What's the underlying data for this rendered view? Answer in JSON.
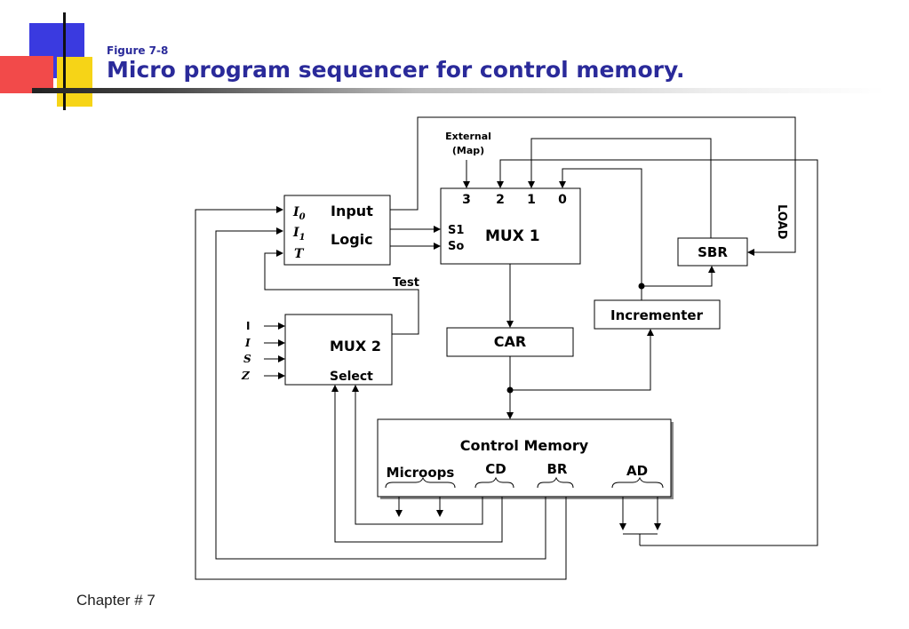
{
  "slide": {
    "label": "Figure 7-8",
    "title": "Micro program sequencer for control memory.",
    "footer": "Chapter # 7"
  },
  "diagram": {
    "external_map": [
      "External",
      "(Map)"
    ],
    "input_logic": {
      "title_line1": "Input",
      "title_line2": "Logic",
      "inputs": {
        "i0": "I",
        "i0_sub": "0",
        "i1": "I",
        "i1_sub": "1",
        "t": "T"
      }
    },
    "mux1": {
      "label": "MUX 1",
      "inputs": [
        "3",
        "2",
        "1",
        "0"
      ],
      "s1": "S1",
      "s0": "So"
    },
    "load_label": "LOAD",
    "sbr_label": "SBR",
    "incrementer_label": "Incrementer",
    "test_label": "Test",
    "mux2": {
      "label": "MUX 2",
      "select": "Select",
      "inputs": [
        "I",
        "I",
        "S",
        "Z"
      ]
    },
    "car_label": "CAR",
    "control_memory": {
      "title": "Control Memory",
      "fields": [
        "Microops",
        "CD",
        "BR",
        "AD"
      ]
    }
  }
}
